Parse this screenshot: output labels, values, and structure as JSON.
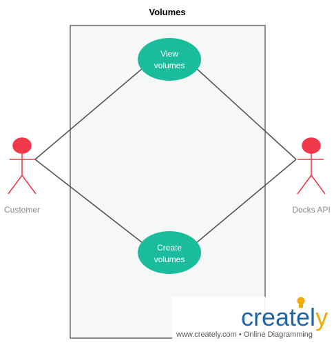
{
  "diagram": {
    "title": "Volumes",
    "use_cases": [
      {
        "line1": "View",
        "line2": "volumes"
      },
      {
        "line1": "Create",
        "line2": "volumes"
      }
    ],
    "actors": [
      {
        "label": "Customer"
      },
      {
        "label": "Docks API"
      }
    ]
  },
  "branding": {
    "logo_main": "createl",
    "logo_tail": "y",
    "footer": "www.creately.com • Online Diagramming"
  },
  "colors": {
    "usecase_fill": "#1abc9c",
    "actor": "#f0394a",
    "boundary_fill": "#f6f8f7",
    "boundary_stroke": "#666666",
    "association": "#555555",
    "brand_blue": "#1f64a8",
    "brand_yellow": "#f2a900"
  }
}
